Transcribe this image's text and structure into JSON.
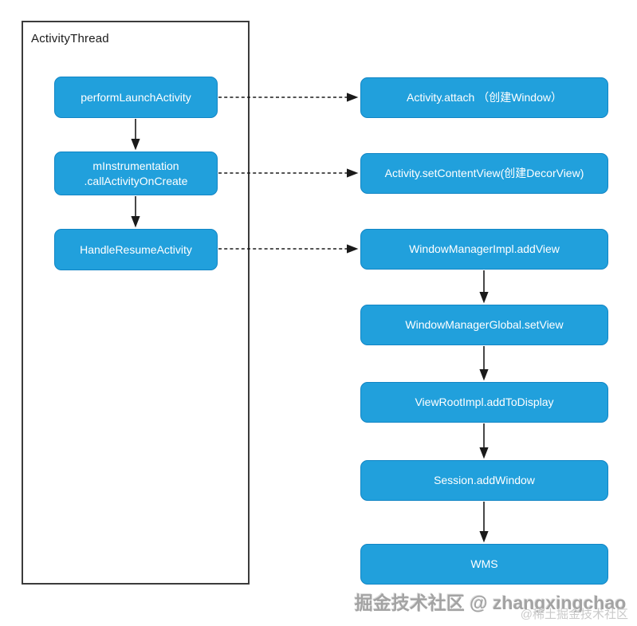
{
  "colors": {
    "node-fill": "#21A0DC",
    "node-border": "#1185C5",
    "node-text": "#ffffff",
    "container-border": "#3b3b3b",
    "arrow": "#1a1a1a",
    "watermark-strong": "#a3a3a3",
    "watermark-light": "#c9c9c9"
  },
  "diagram": {
    "container_label": "ActivityThread",
    "left_nodes": [
      {
        "label": "performLaunchActivity"
      },
      {
        "label": "mInstrumentation\n.callActivityOnCreate"
      },
      {
        "label": "HandleResumeActivity"
      }
    ],
    "right_nodes": [
      {
        "label": "Activity.attach （创建Window）"
      },
      {
        "label": "Activity.setContentView(创建DecorView)"
      },
      {
        "label": "WindowManagerImpl.addView"
      },
      {
        "label": "WindowManagerGlobal.setView"
      },
      {
        "label": "ViewRootImpl.addToDisplay"
      },
      {
        "label": "Session.addWindow"
      },
      {
        "label": "WMS"
      }
    ]
  },
  "watermark": {
    "line1": "掘金技术社区 @ zhangxingchao",
    "line2": "@稀土掘金技术社区"
  }
}
